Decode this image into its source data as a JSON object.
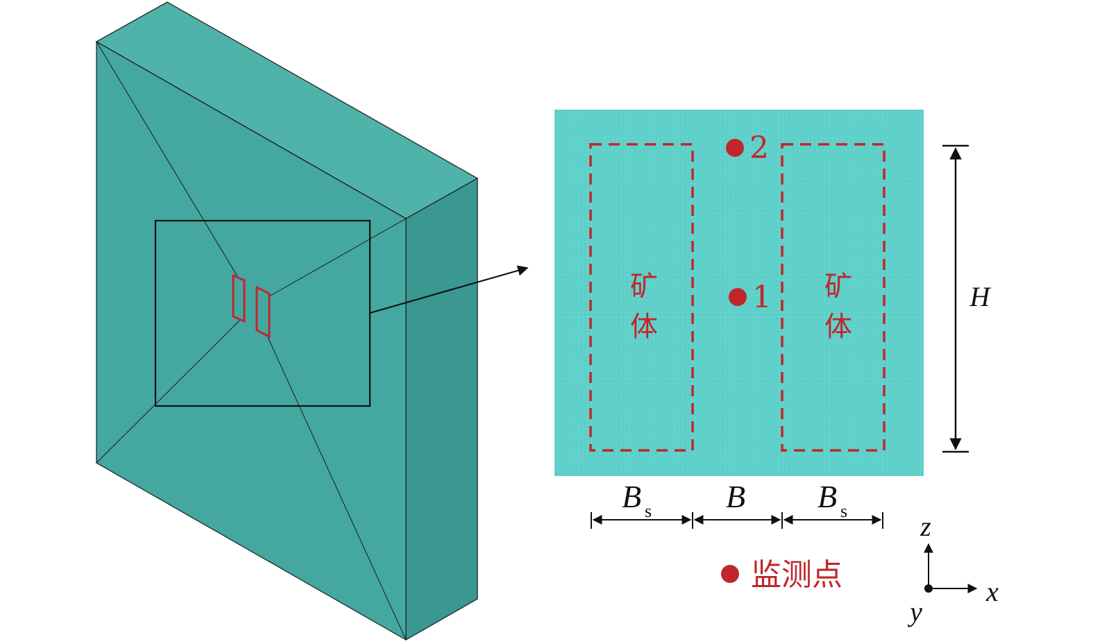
{
  "colors": {
    "block_front": "#45a8a0",
    "block_side": "#3a9890",
    "block_top": "#4fb3aa",
    "mesh": "#5ccfc8",
    "mesh_line": "#7fdcd6",
    "outline": "#1a1a1a",
    "highlight": "#c0272d"
  },
  "labels": {
    "ore_left_1": "矿",
    "ore_left_2": "体",
    "ore_right_1": "矿",
    "ore_right_2": "体",
    "point_1": "1",
    "point_2": "2",
    "height": "H",
    "width_side_left": "B",
    "width_side_left_sub": "s",
    "width_middle": "B",
    "width_side_right": "B",
    "width_side_right_sub": "s",
    "legend": "监测点",
    "axis_z": "z",
    "axis_x": "x",
    "axis_y": "y"
  }
}
